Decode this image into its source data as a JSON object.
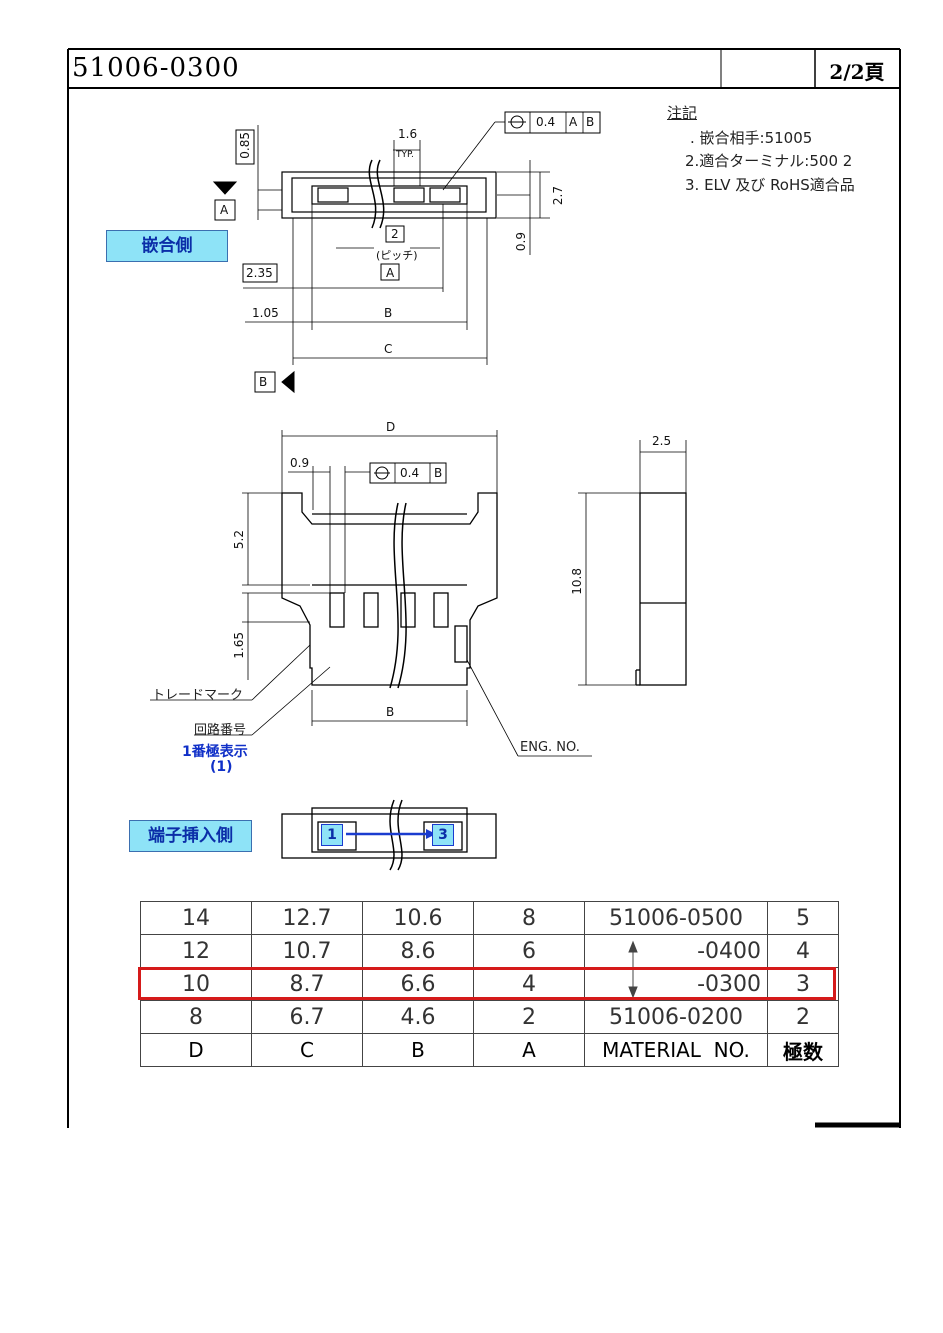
{
  "title_block": {
    "part_number": "51006-0300",
    "page": "2/2頁"
  },
  "labels": {
    "mating_side": "嵌合側",
    "terminal_side": "端子挿入側",
    "pin1_indicator": "1番極表示",
    "pin1_paren": "(1)",
    "trademark": "トレードマーク",
    "circuit_no": "回路番号",
    "eng_no": "ENG. NO.",
    "pin_a": "1",
    "pin_b": "3"
  },
  "notes": {
    "heading": "注記",
    "items": [
      ". 嵌合相手:51005",
      "2.適合ターミナル:500 2",
      "3. ELV 及び RoHS適合品"
    ]
  },
  "dimensions": {
    "d085": "0.85",
    "d16": "1.6",
    "typ": "TYP.",
    "fcf": "0.4",
    "datum_a": "A",
    "datum_b": "B",
    "d27": "2.7",
    "d09": "0.9",
    "pitch_val": "2",
    "pitch": "(ピッチ)",
    "d235": "2.35",
    "d105": "1.05",
    "dim_b": "B",
    "dim_c": "C",
    "dim_d": "D",
    "d09b": "0.9",
    "d25": "2.5",
    "d52": "5.2",
    "d108": "10.8",
    "d165": "1.65"
  },
  "table": {
    "headers": [
      "D",
      "C",
      "B",
      "A",
      "MATERIAL  NO.",
      "極数"
    ],
    "rows": [
      [
        "14",
        "12.7",
        "10.6",
        "8",
        "51006-0500",
        "5"
      ],
      [
        "12",
        "10.7",
        "8.6",
        "6",
        "-0400",
        "4"
      ],
      [
        "10",
        "8.7",
        "6.6",
        "4",
        "-0300",
        "3"
      ],
      [
        "8",
        "6.7",
        "4.6",
        "2",
        "51006-0200",
        "2"
      ]
    ],
    "highlight_color": "#d51a1a"
  }
}
